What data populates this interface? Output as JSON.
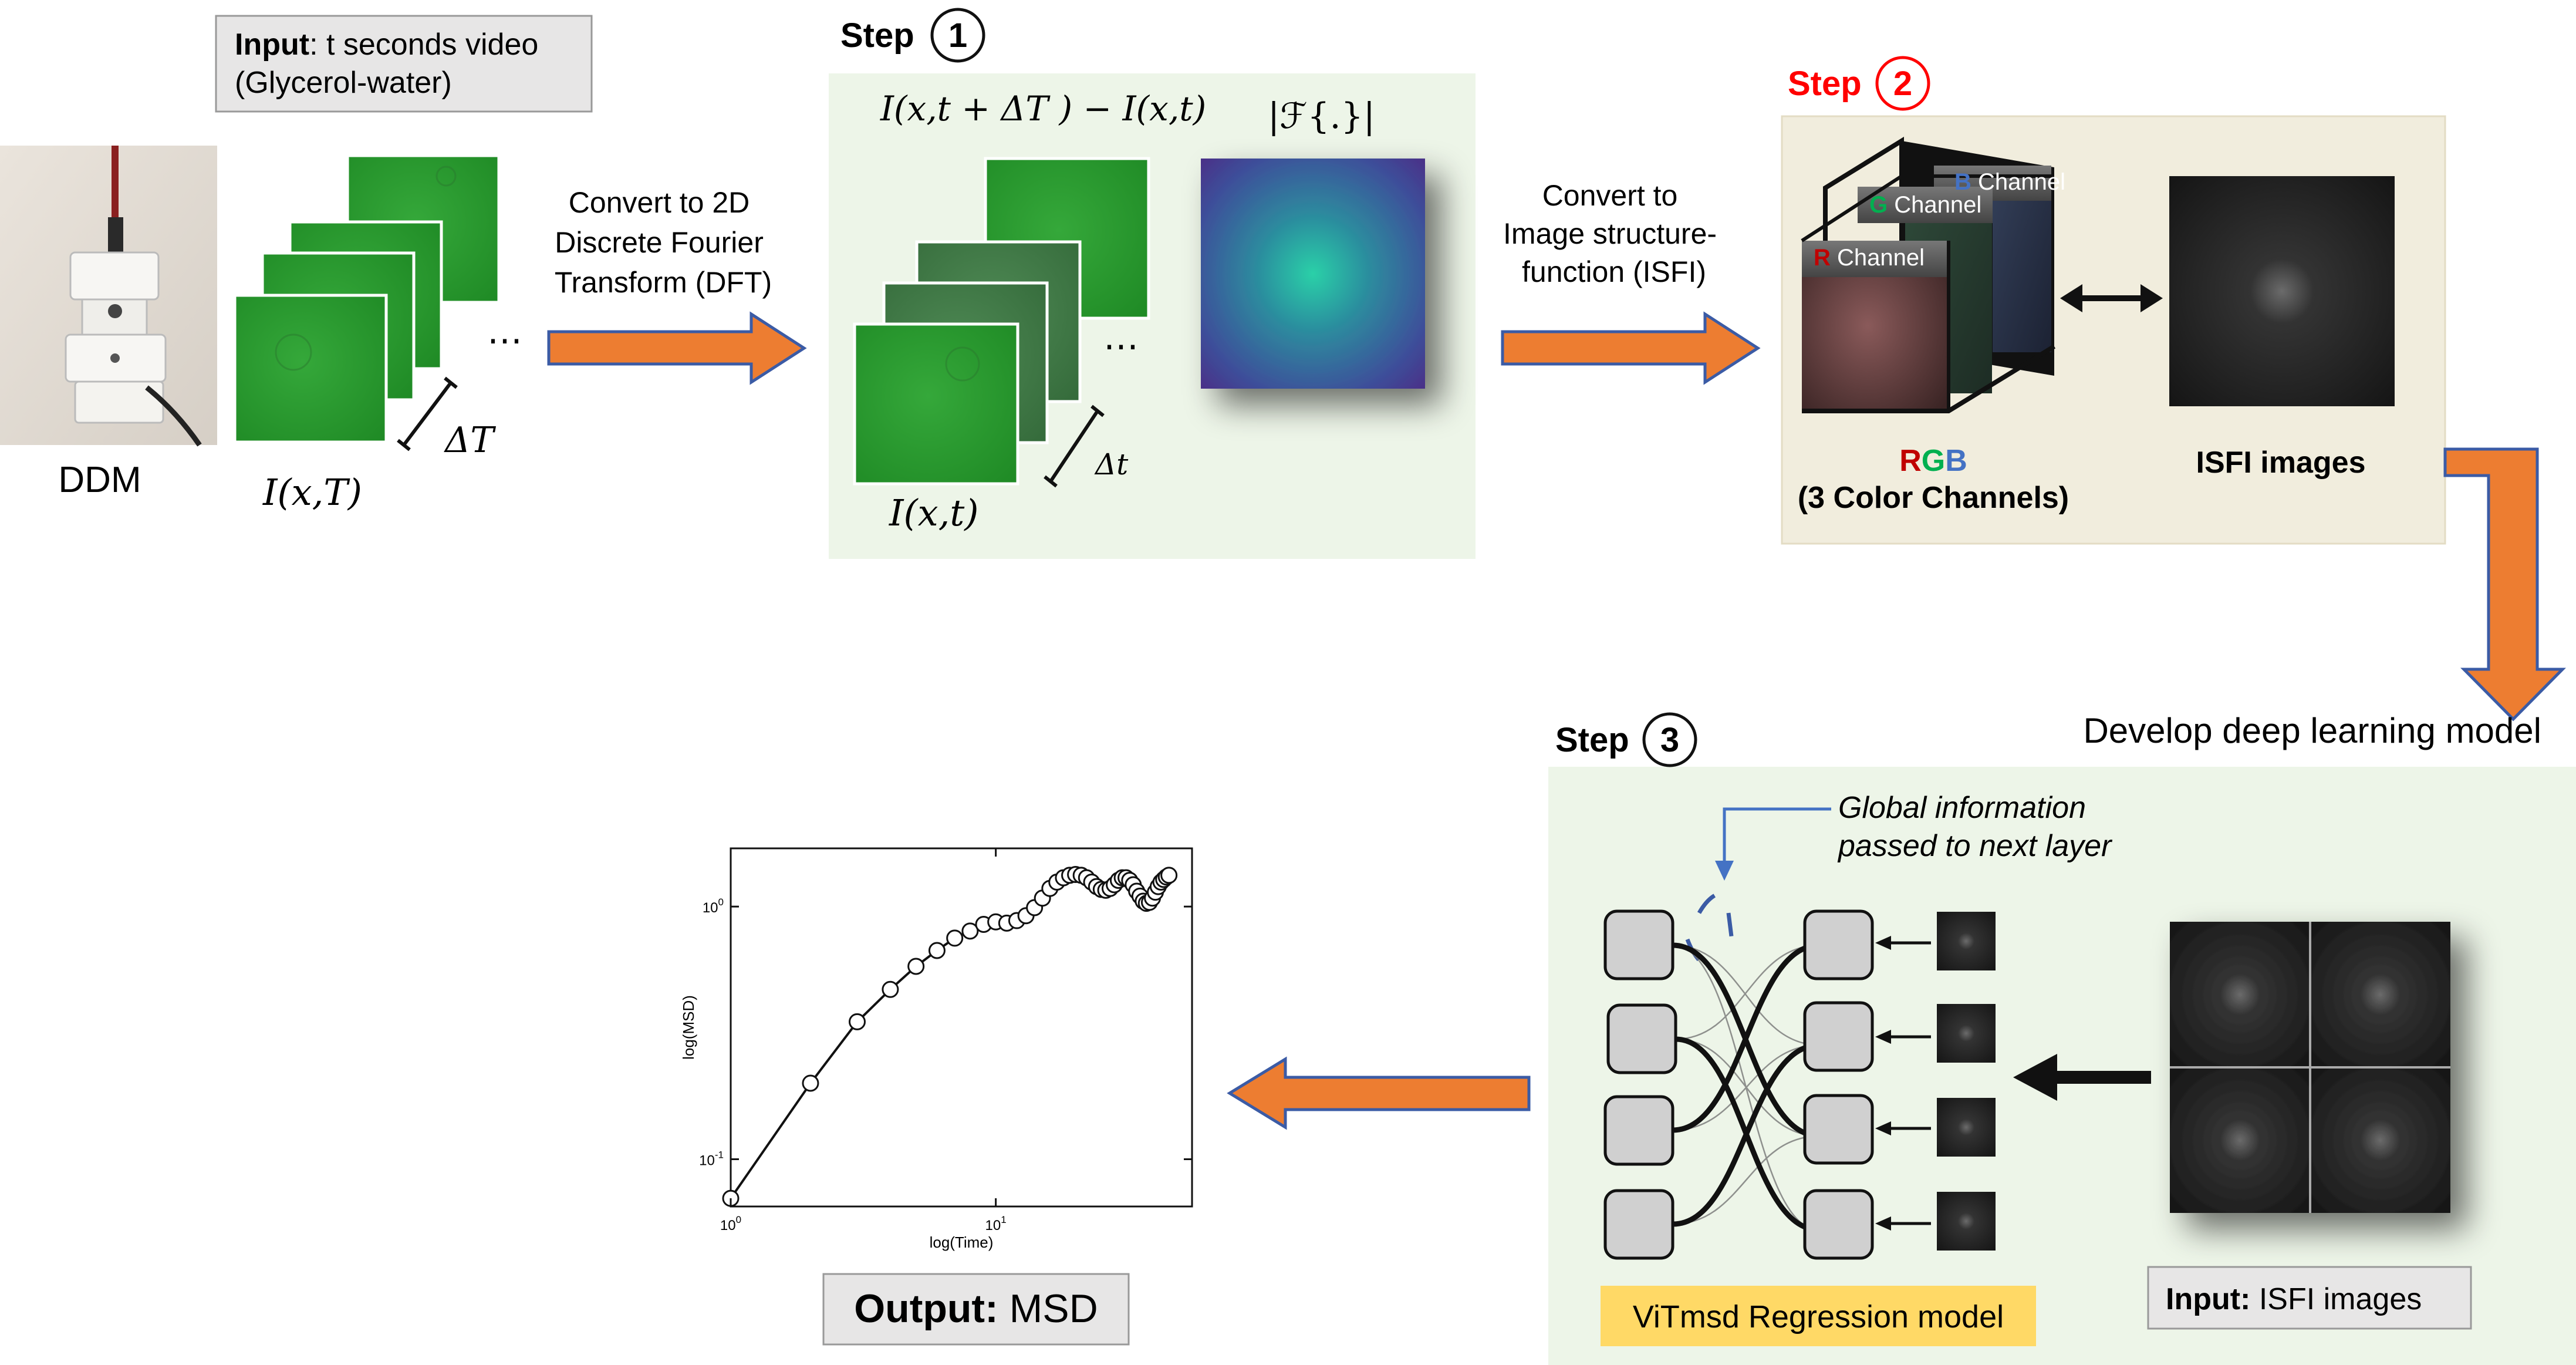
{
  "ddm": {
    "label": "DDM"
  },
  "input_video": {
    "bold": "Input",
    "rest": ": t seconds video",
    "line2": "(Glycerol-water)"
  },
  "frames": {
    "i_xT": "I(x,T)",
    "delta_T": "ΔT",
    "ellipsis": "⋯"
  },
  "arrow1": {
    "lines": [
      "Convert to 2D",
      "Discrete Fourier",
      "Transform (DFT)"
    ]
  },
  "step1": {
    "word": "Step",
    "num": "1",
    "formula": "I(x,t + ΔT ) − I(x,t)",
    "fourier": "|ℱ{.}|",
    "i_xt": "I(x,t)",
    "delta_t": "Δt",
    "ellipsis": "⋯"
  },
  "arrow2": {
    "lines": [
      "Convert to",
      "Image structure-",
      "function (ISFI)"
    ]
  },
  "step2": {
    "word": "Step",
    "num": "2",
    "channels": [
      {
        "key": "B",
        "text": " Channel"
      },
      {
        "key": "G",
        "text": " Channel"
      },
      {
        "key": "R",
        "text": " Channel"
      }
    ],
    "rgb": {
      "r": "R",
      "g": "G",
      "b": "B",
      "caption": "(3 Color Channels)"
    },
    "isfi": "ISFI images"
  },
  "develop_label": "Develop deep learning model",
  "step3": {
    "word": "Step",
    "num": "3",
    "annotation": [
      "Global information",
      "passed to next layer"
    ],
    "model_label": "ViTmsd Regression model"
  },
  "input_isfi": {
    "bold": "Input:",
    "rest": " ISFI images"
  },
  "output": {
    "bold": "Output:",
    "rest": " MSD"
  },
  "colors": {
    "arrow_fill": "#ED7D31",
    "arrow_stroke": "#3B5BA5",
    "step1_bg": "#EDF5E8",
    "step2_bg": "#F1EDDD",
    "step3_bg": "#EDF5E8",
    "model_label_bg": "#FFD966",
    "step2_title": "#FF0000",
    "r": "#C00000",
    "g": "#00B050",
    "b": "#4472C4"
  },
  "chart_data": {
    "type": "line",
    "scale": "log-log",
    "xlabel": "log(Time)",
    "ylabel": "log(MSD)",
    "xlim": [
      1,
      55
    ],
    "ylim": [
      0.065,
      1.7
    ],
    "x_ticks": [
      {
        "value": 1,
        "base": "10",
        "exp": "0"
      },
      {
        "value": 10,
        "base": "10",
        "exp": "1"
      }
    ],
    "y_ticks": [
      {
        "value": 0.1,
        "base": "10",
        "exp": "-1"
      },
      {
        "value": 1,
        "base": "10",
        "exp": "0"
      }
    ],
    "grid": false,
    "series": [
      {
        "x": [
          1,
          2,
          3,
          4,
          5,
          6,
          7,
          8,
          9,
          10,
          11,
          12,
          13,
          14,
          15,
          16,
          17,
          18,
          19,
          20,
          21,
          22,
          23,
          24,
          25,
          26,
          27,
          28,
          29,
          30,
          31,
          32,
          33,
          34,
          35,
          36,
          37,
          38,
          39,
          40,
          41,
          42,
          43,
          44,
          45
        ],
        "y": [
          0.07,
          0.2,
          0.35,
          0.47,
          0.58,
          0.67,
          0.75,
          0.8,
          0.85,
          0.87,
          0.86,
          0.88,
          0.92,
          0.99,
          1.08,
          1.18,
          1.25,
          1.3,
          1.33,
          1.34,
          1.33,
          1.3,
          1.25,
          1.2,
          1.17,
          1.16,
          1.18,
          1.22,
          1.27,
          1.3,
          1.3,
          1.27,
          1.22,
          1.15,
          1.1,
          1.05,
          1.03,
          1.04,
          1.08,
          1.14,
          1.2,
          1.25,
          1.28,
          1.31,
          1.33
        ]
      }
    ]
  }
}
